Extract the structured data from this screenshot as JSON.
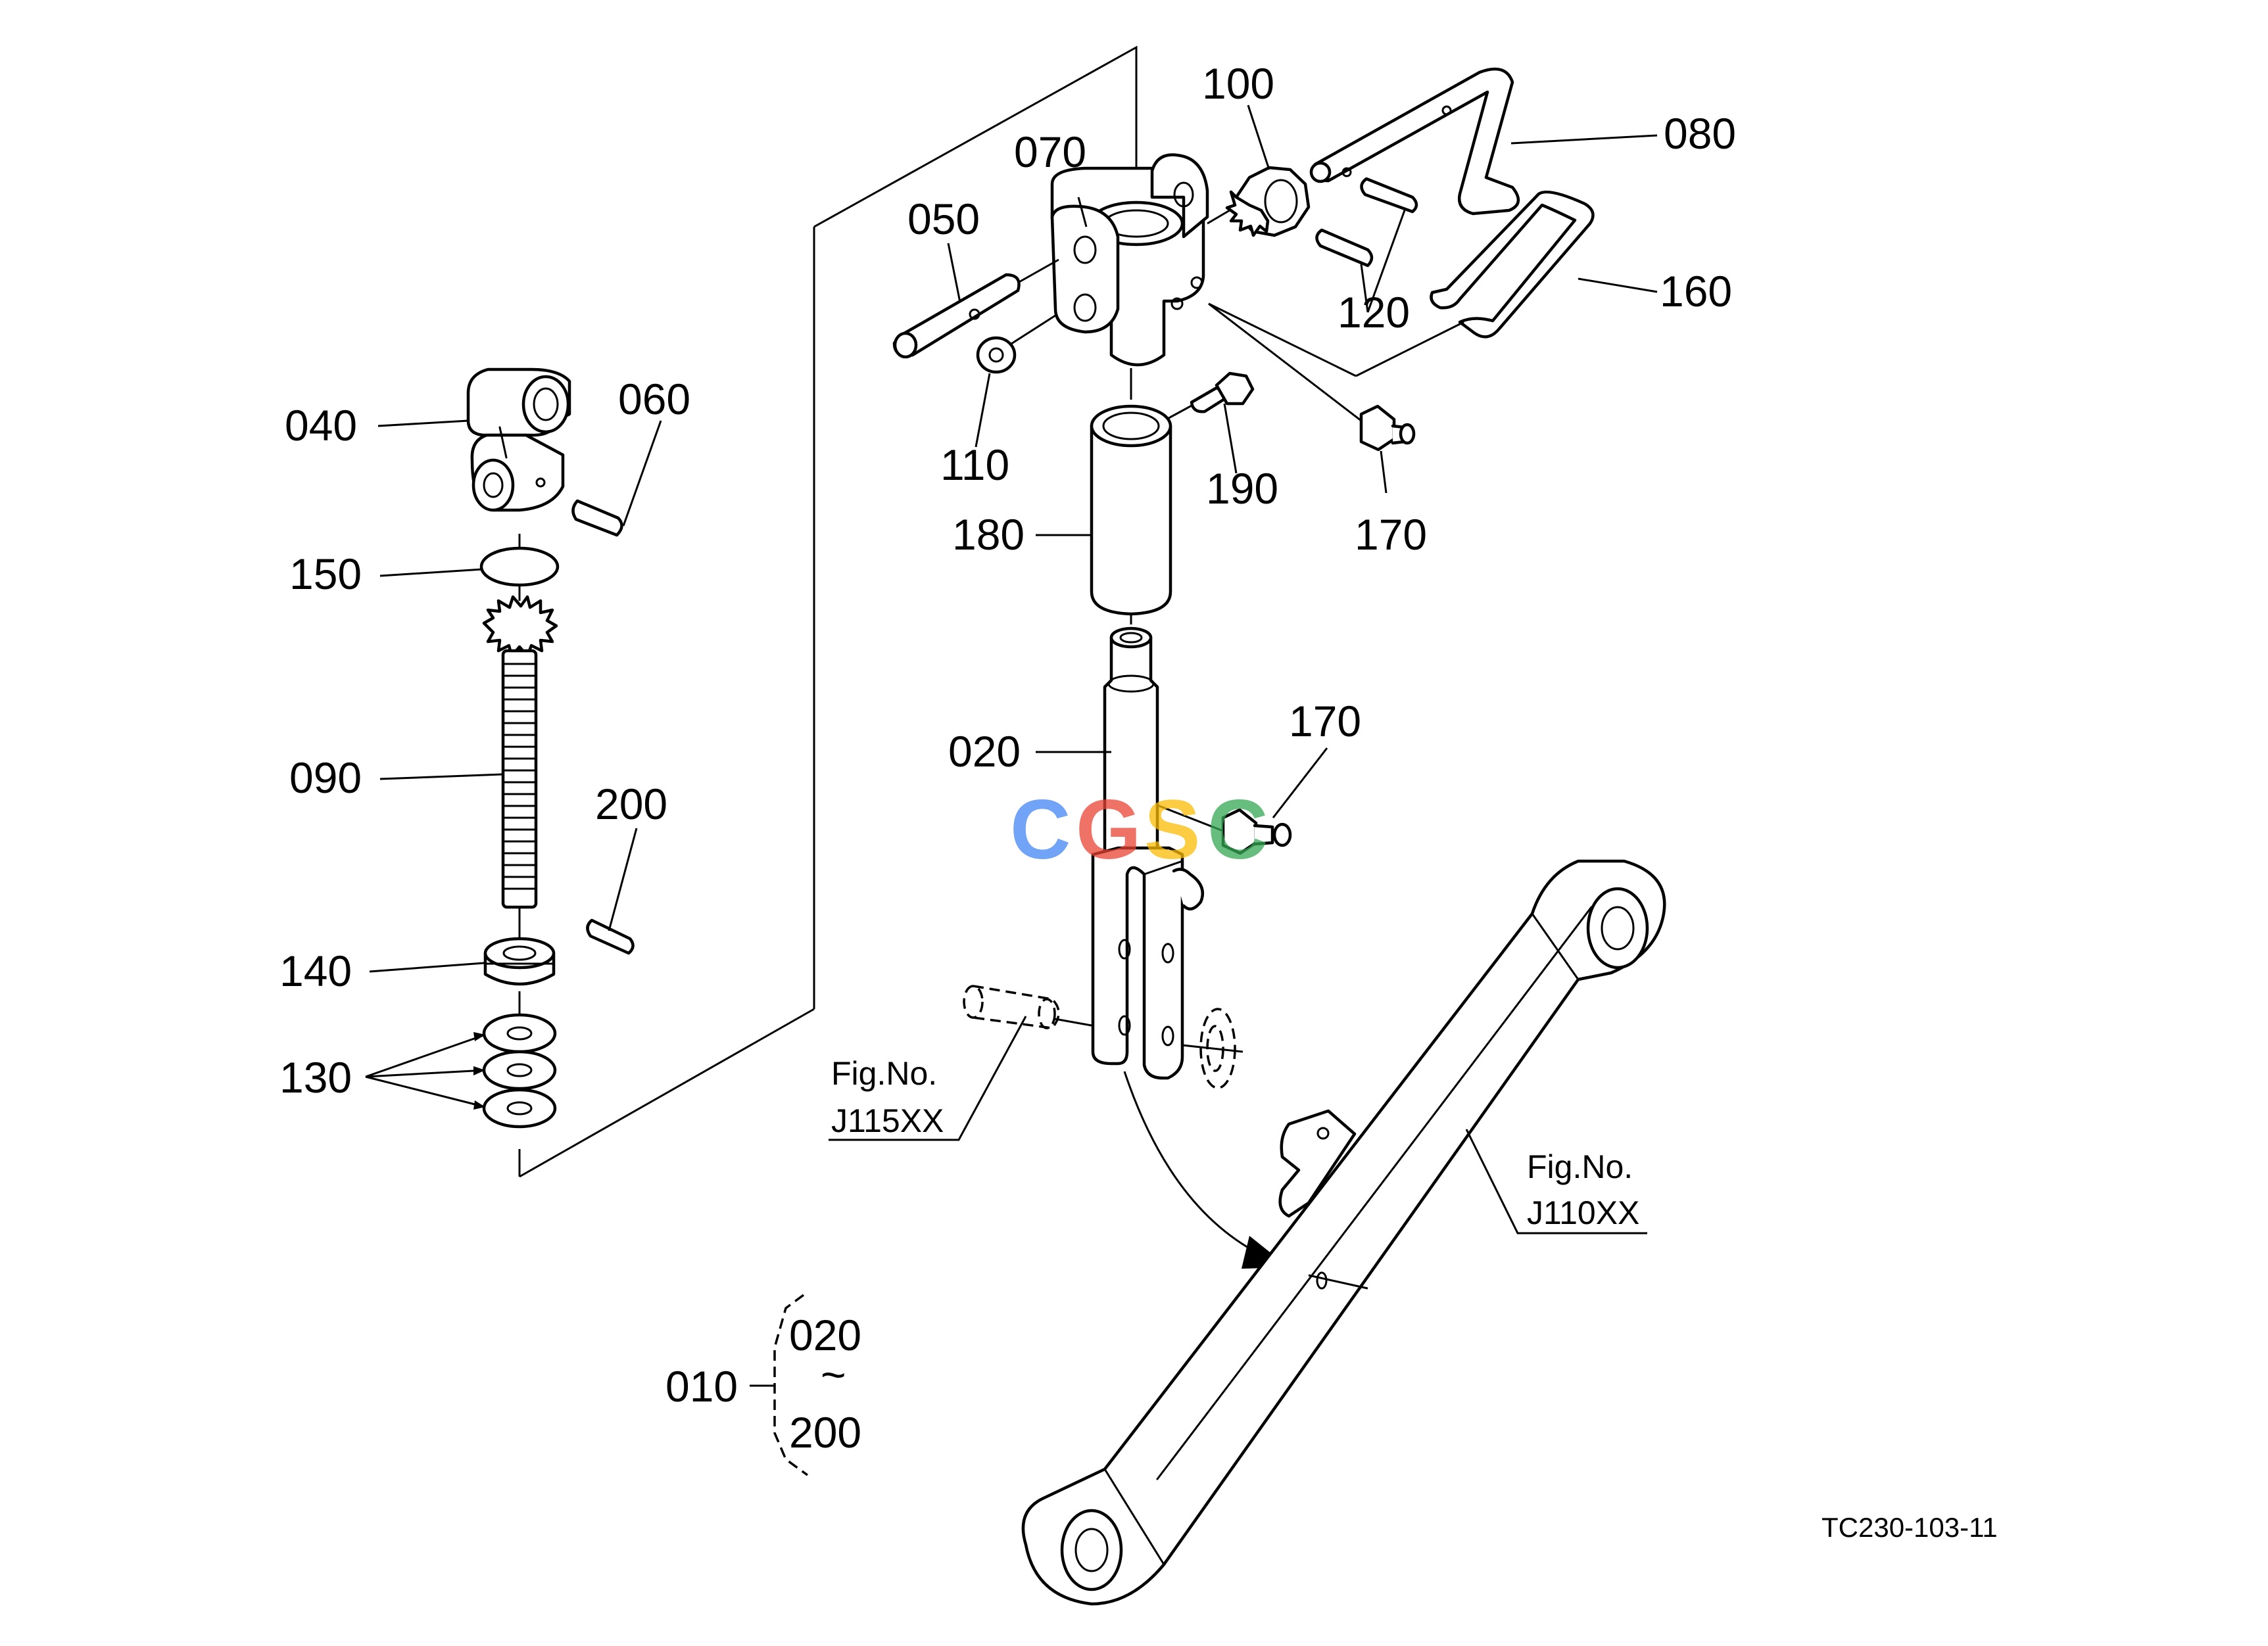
{
  "parts": [
    {
      "id": "p020",
      "label": "020"
    },
    {
      "id": "p040",
      "label": "040"
    },
    {
      "id": "p050",
      "label": "050"
    },
    {
      "id": "p060",
      "label": "060"
    },
    {
      "id": "p070",
      "label": "070"
    },
    {
      "id": "p080",
      "label": "080"
    },
    {
      "id": "p090",
      "label": "090"
    },
    {
      "id": "p100",
      "label": "100"
    },
    {
      "id": "p110",
      "label": "110"
    },
    {
      "id": "p120",
      "label": "120"
    },
    {
      "id": "p130",
      "label": "130"
    },
    {
      "id": "p140",
      "label": "140"
    },
    {
      "id": "p150",
      "label": "150"
    },
    {
      "id": "p160",
      "label": "160"
    },
    {
      "id": "p170a",
      "label": "170"
    },
    {
      "id": "p170b",
      "label": "170"
    },
    {
      "id": "p180",
      "label": "180"
    },
    {
      "id": "p190",
      "label": "190"
    },
    {
      "id": "p200",
      "label": "200"
    }
  ],
  "fig_refs": {
    "left": {
      "line1": "Fig.No.",
      "line2": "J115XX"
    },
    "right": {
      "line1": "Fig.No.",
      "line2": "J110XX"
    }
  },
  "assembly": {
    "label": "010",
    "from": "020",
    "sep": "~",
    "to": "200"
  },
  "watermark": {
    "text": "CGSC",
    "colors": [
      "#4285F4",
      "#EA4335",
      "#FBBC05",
      "#34A853"
    ]
  },
  "drawing_code": "TC230-103-11"
}
